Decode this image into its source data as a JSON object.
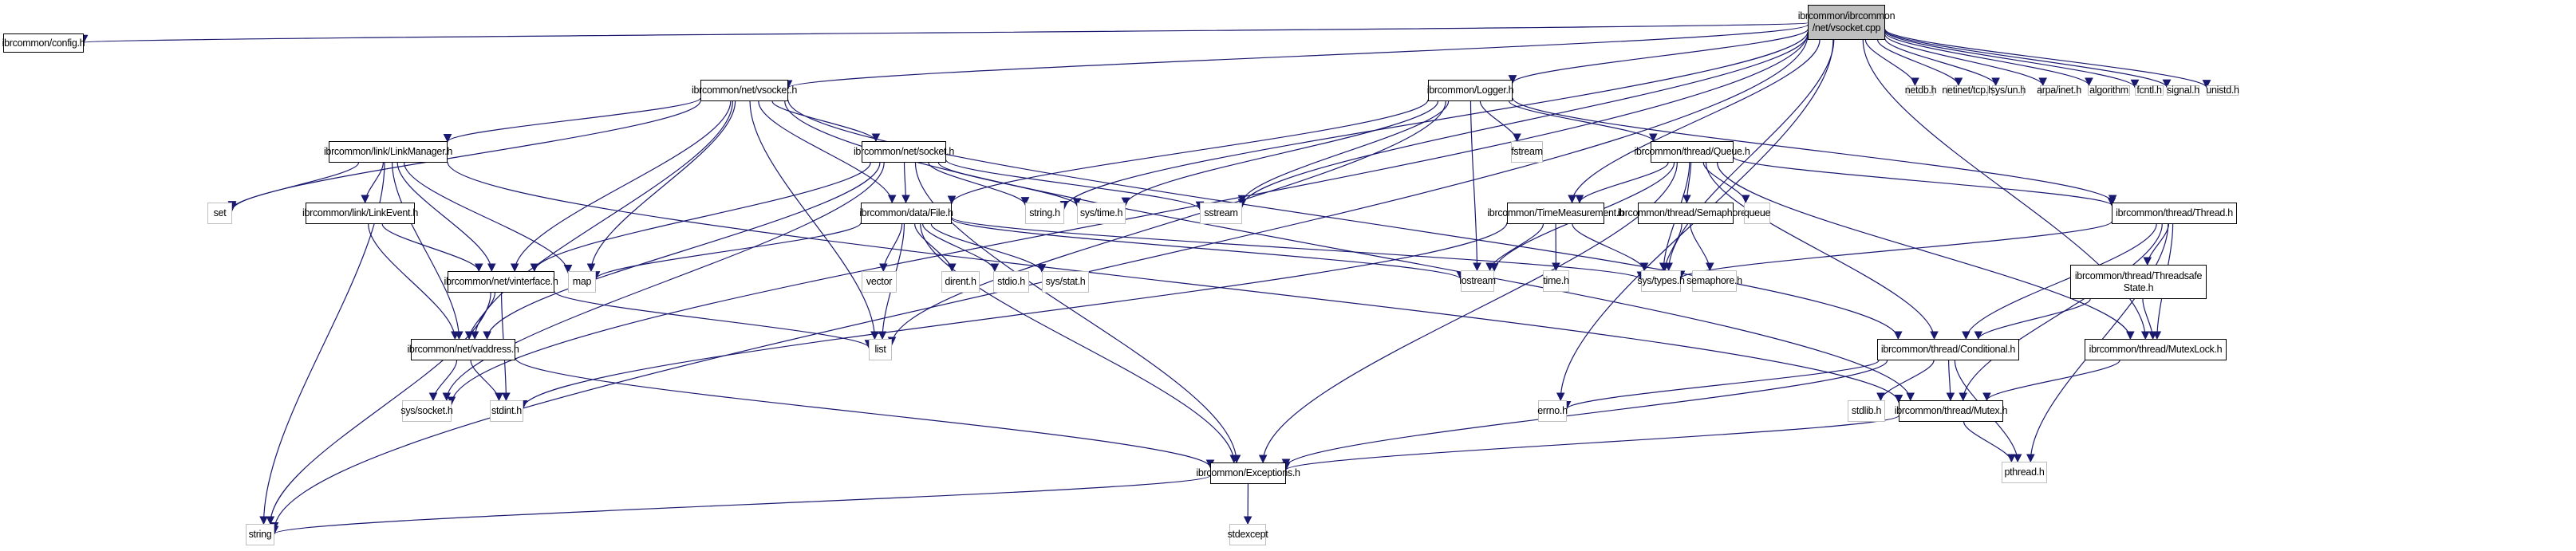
{
  "graph": {
    "title": "ibrcommon/ibrcommon/net/vsocket.cpp include dependency graph",
    "colors": {
      "edge": "#191970",
      "project_border": "#000000",
      "system_border": "#bfbfbf",
      "root_fill": "#bfbfbf"
    },
    "nodes": [
      {
        "id": "vsocket_cpp",
        "label": "ibrcommon/ibrcommon\n/net/vsocket.cpp",
        "kind": "root"
      },
      {
        "id": "config_h",
        "label": "ibrcommon/config.h",
        "kind": "project"
      },
      {
        "id": "vsocket_h",
        "label": "ibrcommon/net/vsocket.h",
        "kind": "project"
      },
      {
        "id": "logger_h",
        "label": "ibrcommon/Logger.h",
        "kind": "project"
      },
      {
        "id": "netdb_h",
        "label": "netdb.h",
        "kind": "system"
      },
      {
        "id": "tcp_h",
        "label": "netinet/tcp.h",
        "kind": "system"
      },
      {
        "id": "sys_un_h",
        "label": "sys/un.h",
        "kind": "system"
      },
      {
        "id": "arpa_inet_h",
        "label": "arpa/inet.h",
        "kind": "system"
      },
      {
        "id": "algorithm",
        "label": "algorithm",
        "kind": "system"
      },
      {
        "id": "fcntl_h",
        "label": "fcntl.h",
        "kind": "system"
      },
      {
        "id": "signal_h",
        "label": "signal.h",
        "kind": "system"
      },
      {
        "id": "unistd_h",
        "label": "unistd.h",
        "kind": "system"
      },
      {
        "id": "linkmanager_h",
        "label": "ibrcommon/link/LinkManager.h",
        "kind": "project"
      },
      {
        "id": "socket_h",
        "label": "ibrcommon/net/socket.h",
        "kind": "project"
      },
      {
        "id": "fstream",
        "label": "fstream",
        "kind": "system"
      },
      {
        "id": "queue_h",
        "label": "ibrcommon/thread/Queue.h",
        "kind": "project"
      },
      {
        "id": "set",
        "label": "set",
        "kind": "system"
      },
      {
        "id": "linkevent_h",
        "label": "ibrcommon/link/LinkEvent.h",
        "kind": "project"
      },
      {
        "id": "file_h",
        "label": "ibrcommon/data/File.h",
        "kind": "project"
      },
      {
        "id": "string_h",
        "label": "string.h",
        "kind": "system"
      },
      {
        "id": "sys_time_h",
        "label": "sys/time.h",
        "kind": "system"
      },
      {
        "id": "sstream",
        "label": "sstream",
        "kind": "system"
      },
      {
        "id": "timemeasurement_h",
        "label": "ibrcommon/TimeMeasurement.h",
        "kind": "project"
      },
      {
        "id": "semaphore_cls_h",
        "label": "ibrcommon/thread/Semaphore.h",
        "kind": "project"
      },
      {
        "id": "queue",
        "label": "queue",
        "kind": "system"
      },
      {
        "id": "thread_h",
        "label": "ibrcommon/thread/Thread.h",
        "kind": "project"
      },
      {
        "id": "vinterface_h",
        "label": "ibrcommon/net/vinterface.h",
        "kind": "project"
      },
      {
        "id": "map",
        "label": "map",
        "kind": "system"
      },
      {
        "id": "vector",
        "label": "vector",
        "kind": "system"
      },
      {
        "id": "dirent_h",
        "label": "dirent.h",
        "kind": "system"
      },
      {
        "id": "stdio_h",
        "label": "stdio.h",
        "kind": "system"
      },
      {
        "id": "sys_stat_h",
        "label": "sys/stat.h",
        "kind": "system"
      },
      {
        "id": "iostream",
        "label": "iostream",
        "kind": "system"
      },
      {
        "id": "time_h",
        "label": "time.h",
        "kind": "system"
      },
      {
        "id": "sys_types_h",
        "label": "sys/types.h",
        "kind": "system"
      },
      {
        "id": "semaphore_h",
        "label": "semaphore.h",
        "kind": "system"
      },
      {
        "id": "threadsafestate_h",
        "label": "ibrcommon/thread/Threadsafe\nState.h",
        "kind": "project"
      },
      {
        "id": "vaddress_h",
        "label": "ibrcommon/net/vaddress.h",
        "kind": "project"
      },
      {
        "id": "list",
        "label": "list",
        "kind": "system"
      },
      {
        "id": "conditional_h",
        "label": "ibrcommon/thread/Conditional.h",
        "kind": "project"
      },
      {
        "id": "mutexlock_h",
        "label": "ibrcommon/thread/MutexLock.h",
        "kind": "project"
      },
      {
        "id": "sys_socket_h",
        "label": "sys/socket.h",
        "kind": "system"
      },
      {
        "id": "stdint_h",
        "label": "stdint.h",
        "kind": "system"
      },
      {
        "id": "errno_h",
        "label": "errno.h",
        "kind": "system"
      },
      {
        "id": "stdlib_h",
        "label": "stdlib.h",
        "kind": "system"
      },
      {
        "id": "mutex_h",
        "label": "ibrcommon/thread/Mutex.h",
        "kind": "project"
      },
      {
        "id": "exceptions_h",
        "label": "ibrcommon/Exceptions.h",
        "kind": "project"
      },
      {
        "id": "pthread_h",
        "label": "pthread.h",
        "kind": "system"
      },
      {
        "id": "string",
        "label": "string",
        "kind": "system"
      },
      {
        "id": "stdexcept",
        "label": "stdexcept",
        "kind": "system"
      }
    ],
    "edges": [
      [
        "vsocket_cpp",
        "config_h"
      ],
      [
        "vsocket_cpp",
        "vsocket_h"
      ],
      [
        "vsocket_cpp",
        "logger_h"
      ],
      [
        "vsocket_cpp",
        "netdb_h"
      ],
      [
        "vsocket_cpp",
        "tcp_h"
      ],
      [
        "vsocket_cpp",
        "sys_un_h"
      ],
      [
        "vsocket_cpp",
        "arpa_inet_h"
      ],
      [
        "vsocket_cpp",
        "algorithm"
      ],
      [
        "vsocket_cpp",
        "fcntl_h"
      ],
      [
        "vsocket_cpp",
        "signal_h"
      ],
      [
        "vsocket_cpp",
        "unistd_h"
      ],
      [
        "vsocket_cpp",
        "sys_socket_h"
      ],
      [
        "vsocket_cpp",
        "string"
      ],
      [
        "vsocket_cpp",
        "string_h"
      ],
      [
        "vsocket_cpp",
        "sstream"
      ],
      [
        "vsocket_cpp",
        "timemeasurement_h"
      ],
      [
        "vsocket_cpp",
        "sys_types_h"
      ],
      [
        "vsocket_cpp",
        "errno_h"
      ],
      [
        "vsocket_cpp",
        "mutexlock_h"
      ],
      [
        "vsocket_h",
        "linkmanager_h"
      ],
      [
        "vsocket_h",
        "socket_h"
      ],
      [
        "vsocket_h",
        "file_h"
      ],
      [
        "vsocket_h",
        "vinterface_h"
      ],
      [
        "vsocket_h",
        "vaddress_h"
      ],
      [
        "vsocket_h",
        "map"
      ],
      [
        "vsocket_h",
        "set"
      ],
      [
        "vsocket_h",
        "list"
      ],
      [
        "vsocket_h",
        "conditional_h"
      ],
      [
        "vsocket_h",
        "mutex_h"
      ],
      [
        "logger_h",
        "fstream"
      ],
      [
        "logger_h",
        "queue_h"
      ],
      [
        "logger_h",
        "thread_h"
      ],
      [
        "logger_h",
        "sstream"
      ],
      [
        "logger_h",
        "iostream"
      ],
      [
        "logger_h",
        "sys_time_h"
      ],
      [
        "logger_h",
        "list"
      ],
      [
        "logger_h",
        "file_h"
      ],
      [
        "linkmanager_h",
        "set"
      ],
      [
        "linkmanager_h",
        "linkevent_h"
      ],
      [
        "linkmanager_h",
        "vinterface_h"
      ],
      [
        "linkmanager_h",
        "vaddress_h"
      ],
      [
        "linkmanager_h",
        "map"
      ],
      [
        "linkmanager_h",
        "string"
      ],
      [
        "linkmanager_h",
        "mutex_h"
      ],
      [
        "linkevent_h",
        "vinterface_h"
      ],
      [
        "linkevent_h",
        "vaddress_h"
      ],
      [
        "socket_h",
        "file_h"
      ],
      [
        "socket_h",
        "string_h"
      ],
      [
        "socket_h",
        "sys_time_h"
      ],
      [
        "socket_h",
        "sstream"
      ],
      [
        "socket_h",
        "vinterface_h"
      ],
      [
        "socket_h",
        "vaddress_h"
      ],
      [
        "socket_h",
        "sys_socket_h"
      ],
      [
        "socket_h",
        "exceptions_h"
      ],
      [
        "file_h",
        "vector"
      ],
      [
        "file_h",
        "dirent_h"
      ],
      [
        "file_h",
        "stdio_h"
      ],
      [
        "file_h",
        "sys_stat_h"
      ],
      [
        "file_h",
        "list"
      ],
      [
        "file_h",
        "map"
      ],
      [
        "file_h",
        "iostream"
      ],
      [
        "file_h",
        "sys_types_h"
      ],
      [
        "file_h",
        "exceptions_h"
      ],
      [
        "queue_h",
        "timemeasurement_h"
      ],
      [
        "queue_h",
        "semaphore_cls_h"
      ],
      [
        "queue_h",
        "queue"
      ],
      [
        "queue_h",
        "thread_h"
      ],
      [
        "queue_h",
        "iostream"
      ],
      [
        "queue_h",
        "conditional_h"
      ],
      [
        "queue_h",
        "mutexlock_h"
      ],
      [
        "queue_h",
        "exceptions_h"
      ],
      [
        "queue_h",
        "sys_types_h"
      ],
      [
        "timemeasurement_h",
        "iostream"
      ],
      [
        "timemeasurement_h",
        "time_h"
      ],
      [
        "timemeasurement_h",
        "sys_types_h"
      ],
      [
        "timemeasurement_h",
        "stdint_h"
      ],
      [
        "semaphore_cls_h",
        "sys_types_h"
      ],
      [
        "semaphore_cls_h",
        "semaphore_h"
      ],
      [
        "thread_h",
        "threadsafestate_h"
      ],
      [
        "thread_h",
        "conditional_h"
      ],
      [
        "thread_h",
        "mutexlock_h"
      ],
      [
        "thread_h",
        "mutex_h"
      ],
      [
        "thread_h",
        "sys_types_h"
      ],
      [
        "thread_h",
        "pthread_h"
      ],
      [
        "threadsafestate_h",
        "conditional_h"
      ],
      [
        "threadsafestate_h",
        "mutexlock_h"
      ],
      [
        "vinterface_h",
        "vaddress_h"
      ],
      [
        "vinterface_h",
        "list"
      ],
      [
        "vinterface_h",
        "stdint_h"
      ],
      [
        "vinterface_h",
        "string"
      ],
      [
        "vaddress_h",
        "sys_socket_h"
      ],
      [
        "vaddress_h",
        "stdint_h"
      ],
      [
        "vaddress_h",
        "exceptions_h"
      ],
      [
        "conditional_h",
        "mutex_h"
      ],
      [
        "conditional_h",
        "errno_h"
      ],
      [
        "conditional_h",
        "stdlib_h"
      ],
      [
        "conditional_h",
        "exceptions_h"
      ],
      [
        "conditional_h",
        "pthread_h"
      ],
      [
        "mutexlock_h",
        "mutex_h"
      ],
      [
        "mutex_h",
        "pthread_h"
      ],
      [
        "mutex_h",
        "exceptions_h"
      ],
      [
        "exceptions_h",
        "stdexcept"
      ],
      [
        "exceptions_h",
        "string"
      ]
    ]
  }
}
